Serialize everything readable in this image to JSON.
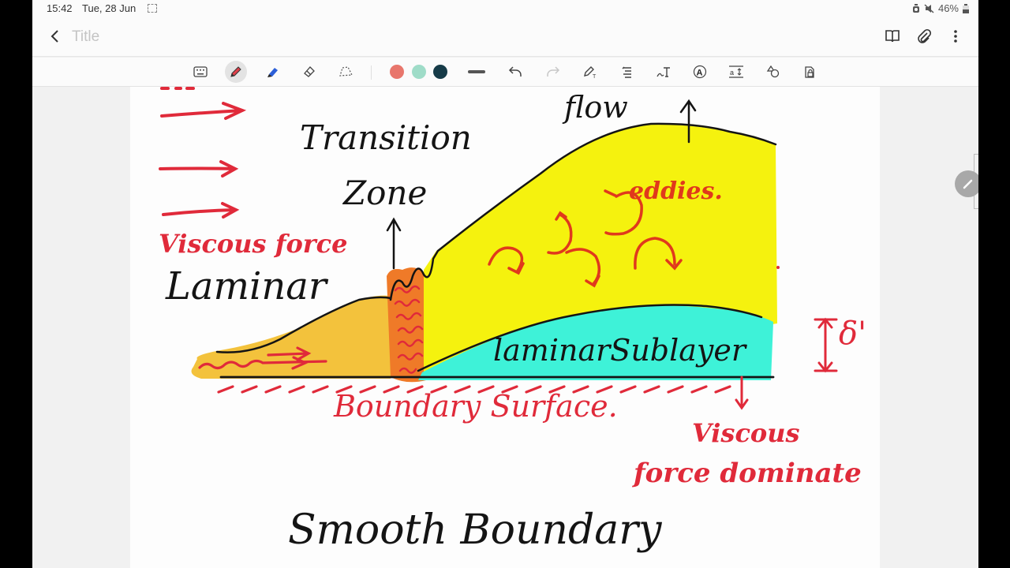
{
  "status_bar": {
    "time": "15:42",
    "date": "Tue, 28 Jun",
    "battery": "46%",
    "icons": [
      "screen-capture-icon",
      "alarm-icon",
      "mute-icon",
      "battery-icon"
    ]
  },
  "header": {
    "title_placeholder": "Title",
    "back_icon": "chevron-left-icon",
    "actions": [
      {
        "name": "book-view-button",
        "icon": "book-icon"
      },
      {
        "name": "attach-button",
        "icon": "paperclip-icon"
      },
      {
        "name": "more-options-button",
        "icon": "more-vertical-icon"
      }
    ]
  },
  "toolbar": {
    "tools": [
      {
        "name": "keyboard-tool",
        "icon": "keyboard-icon",
        "active": false
      },
      {
        "name": "pen-tool",
        "icon": "pen-icon",
        "active": true
      },
      {
        "name": "highlighter-tool",
        "icon": "highlighter-icon",
        "active": false
      },
      {
        "name": "eraser-tool",
        "icon": "eraser-icon",
        "active": false
      },
      {
        "name": "lasso-tool",
        "icon": "lasso-icon",
        "active": false
      }
    ],
    "colors": [
      "#e8766c",
      "#9fdcc8",
      "#163b48"
    ],
    "stroke": "line-width-icon",
    "actions": [
      {
        "name": "undo-button",
        "icon": "undo-icon",
        "enabled": true
      },
      {
        "name": "redo-button",
        "icon": "redo-icon",
        "enabled": false
      },
      {
        "name": "pen-to-text-button",
        "icon": "pen-to-text-icon"
      },
      {
        "name": "format-button",
        "icon": "text-format-icon"
      },
      {
        "name": "handwriting-button",
        "icon": "handwriting-text-icon"
      },
      {
        "name": "text-style-button",
        "icon": "text-style-icon"
      },
      {
        "name": "text-spacing-button",
        "icon": "text-spacing-icon"
      },
      {
        "name": "shapes-button",
        "icon": "shapes-icon"
      },
      {
        "name": "lock-button",
        "icon": "lock-icon"
      }
    ]
  },
  "note": {
    "labels": {
      "transition": "Transition",
      "zone": "Zone",
      "flow": "flow",
      "eddies": "eddies.",
      "viscous_force": "Viscous force",
      "laminar": "Laminar",
      "laminar_sublayer": "laminarSublayer",
      "delta": "δ'",
      "boundary_surface": "Boundary Surface.",
      "viscous": "Viscous",
      "force_dominate": "force dominate",
      "smooth_boundary": "Smooth Boundary"
    },
    "colors": {
      "ink_black": "#141414",
      "ink_red": "#e02a3a",
      "ink_orange": "#e0391c",
      "laminar_fill": "#f3c23c",
      "transition_fill": "#ef7a28",
      "turbulent_fill": "#f5f20e",
      "sublayer_fill": "#3ef2d8"
    }
  },
  "floating_button": {
    "icon": "pen-icon"
  }
}
